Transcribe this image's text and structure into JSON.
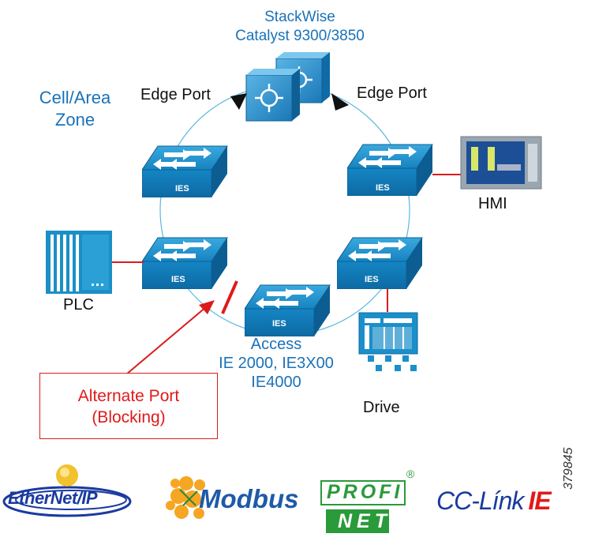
{
  "core": {
    "title_line1": "StackWise",
    "title_line2": "Catalyst 9300/3850"
  },
  "zone": {
    "line1": "Cell/Area",
    "line2": "Zone"
  },
  "edge_port_left": "Edge Port",
  "edge_port_right": "Edge Port",
  "switch_label": "IES",
  "access": {
    "line1": "Access",
    "line2": "IE 2000, IE3X00",
    "line3": "IE4000"
  },
  "devices": {
    "plc": "PLC",
    "hmi": "HMI",
    "drive": "Drive"
  },
  "alternate_port": {
    "line1": "Alternate Port",
    "line2": "(Blocking)"
  },
  "logos": {
    "ethernetip": "EtherNet/IP",
    "modbus": "Modbus",
    "profinet_top": "PROFI",
    "profinet_bottom": "NET",
    "profinet_reg": "®",
    "cclink": "CC-Línk",
    "cclink_ie": "IE"
  },
  "figure_id": "379845",
  "colors": {
    "label_blue": "#1a72b8",
    "switch_blue": "#1b8fc9",
    "ring": "#5bb8df",
    "alert_red": "#e01a1a"
  }
}
